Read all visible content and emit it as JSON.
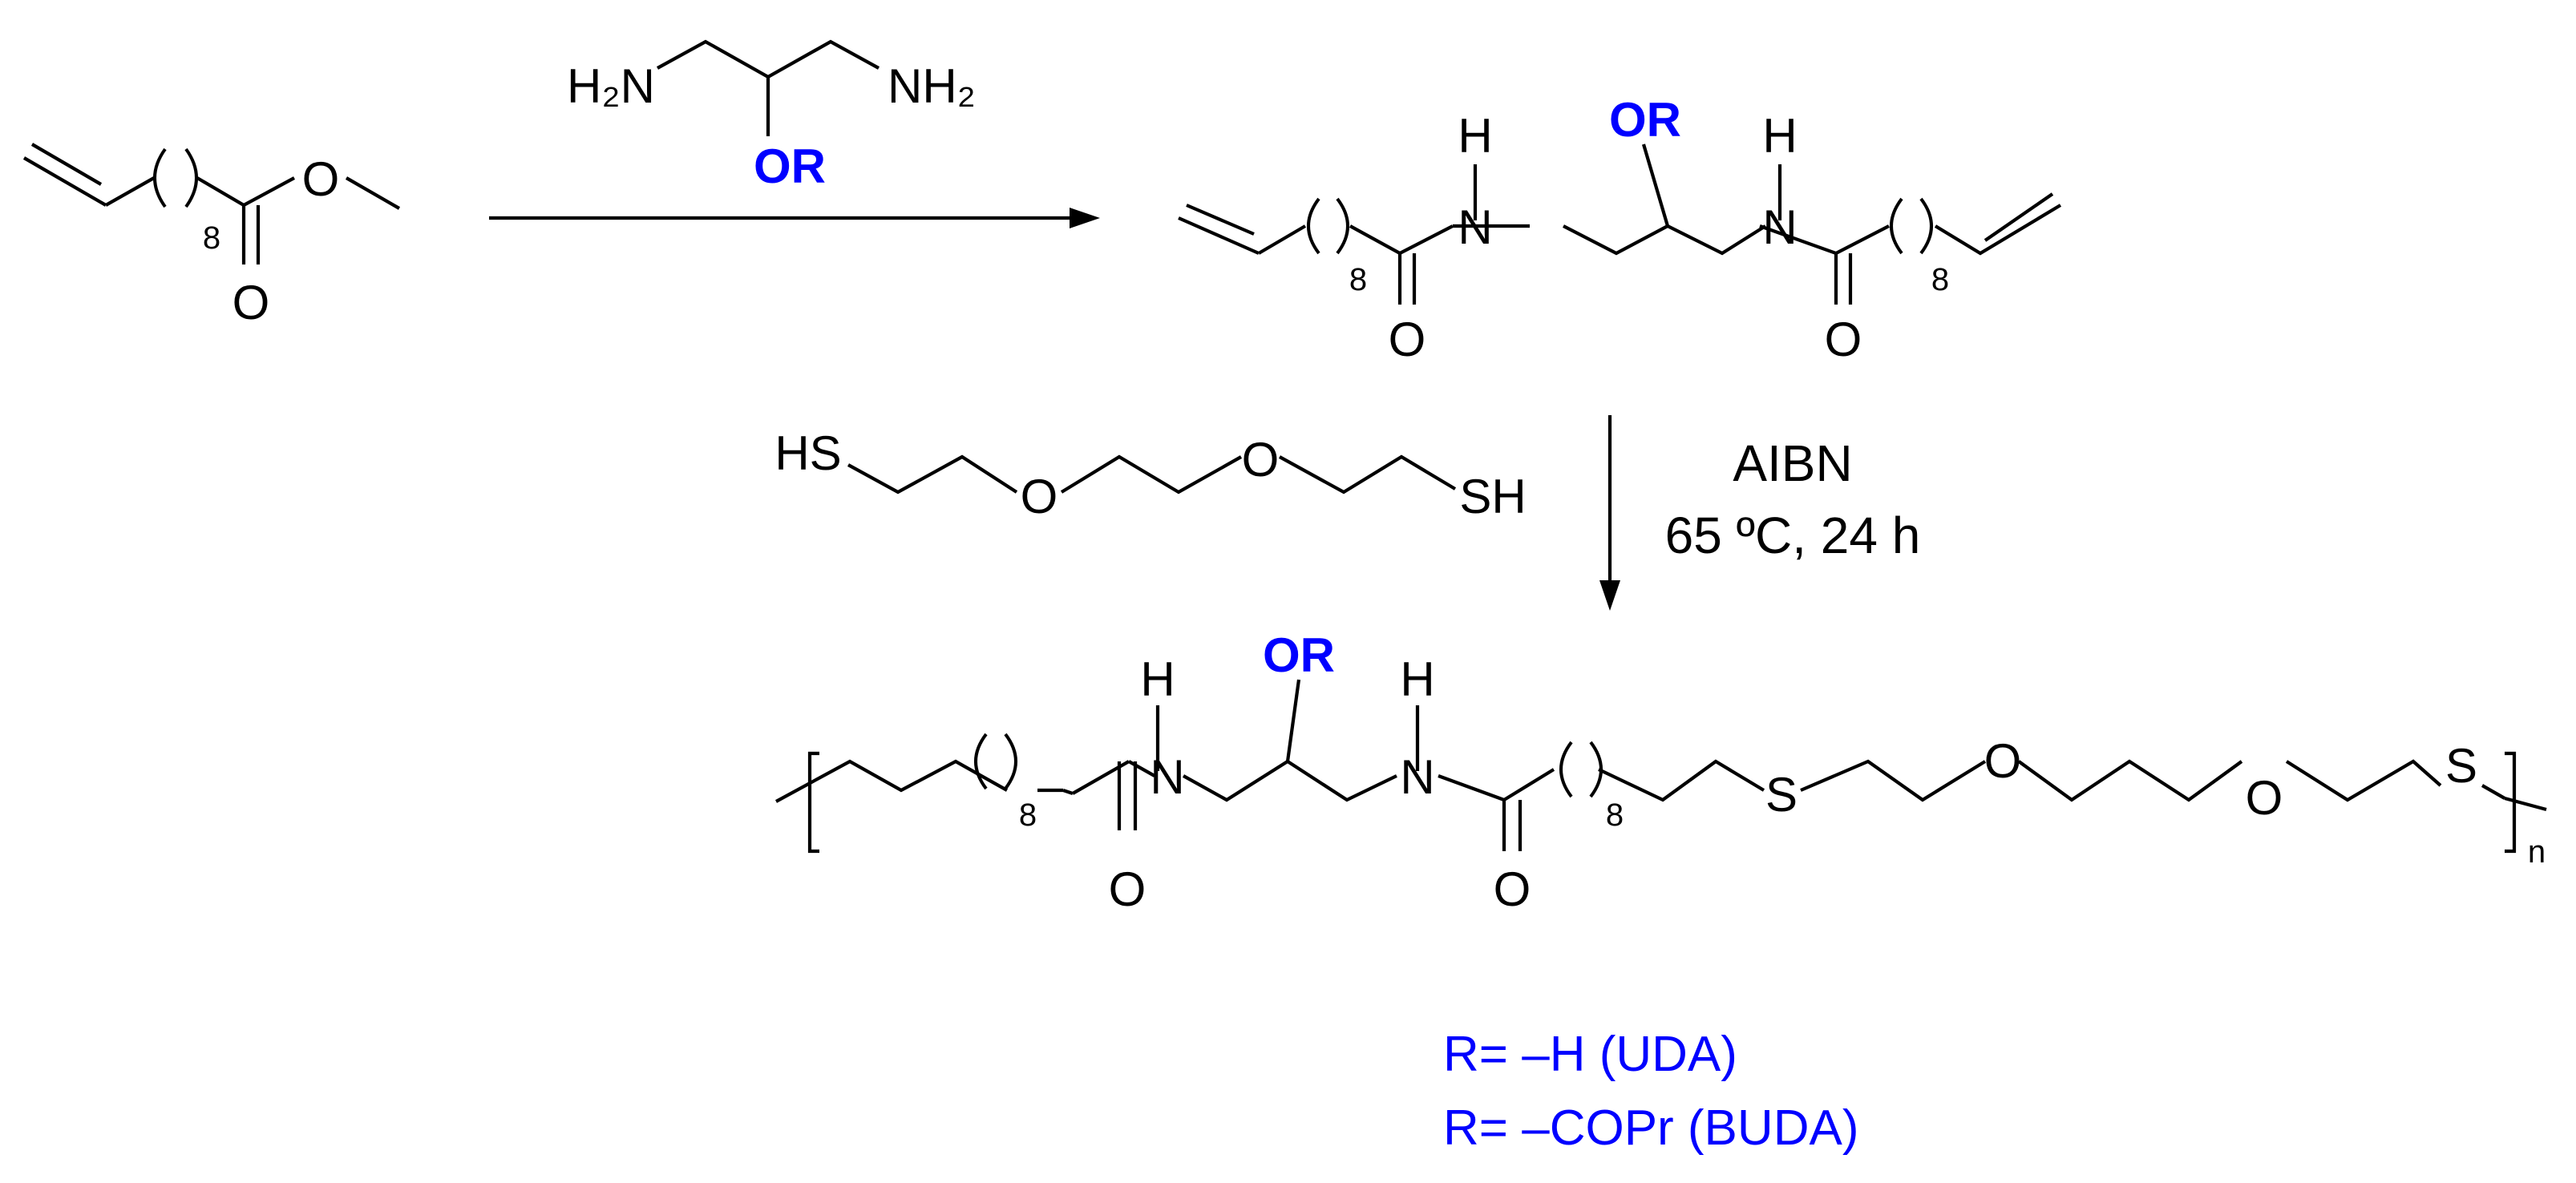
{
  "reagent1": {
    "amine_left": "H₂N",
    "amine_right": "NH₂",
    "hydroxyl_group": "OR"
  },
  "ester": {
    "chain_repeat": "8",
    "carbonyl_oxygen": "O",
    "ester_oxygen": "O"
  },
  "diamide": {
    "nh_left_n": "N",
    "nh_left_h": "H",
    "nh_right_n": "N",
    "nh_right_h": "H",
    "hydroxyl_group": "OR",
    "chain_repeat_left": "8",
    "chain_repeat_right": "8",
    "carbonyl_left": "O",
    "carbonyl_right": "O"
  },
  "dithiol": {
    "thiol_left": "HS",
    "ether_oxygen_1": "O",
    "ether_oxygen_2": "O",
    "thiol_right": "SH"
  },
  "conditions": {
    "initiator": "AIBN",
    "temp_time": "65 ºC, 24 h"
  },
  "polymer": {
    "nh_left_n": "N",
    "nh_left_h": "H",
    "nh_right_n": "N",
    "nh_right_h": "H",
    "hydroxyl_group": "OR",
    "chain_repeat_left": "8",
    "chain_repeat_right": "8",
    "carbonyl_left": "O",
    "carbonyl_right": "O",
    "sulfur_1": "S",
    "ether_oxygen_1": "O",
    "ether_oxygen_2": "O",
    "sulfur_2": "S",
    "repeat_subscript": "n"
  },
  "legend": {
    "line1": "R= –H (UDA)",
    "line2": "R= –COPr (BUDA)"
  }
}
